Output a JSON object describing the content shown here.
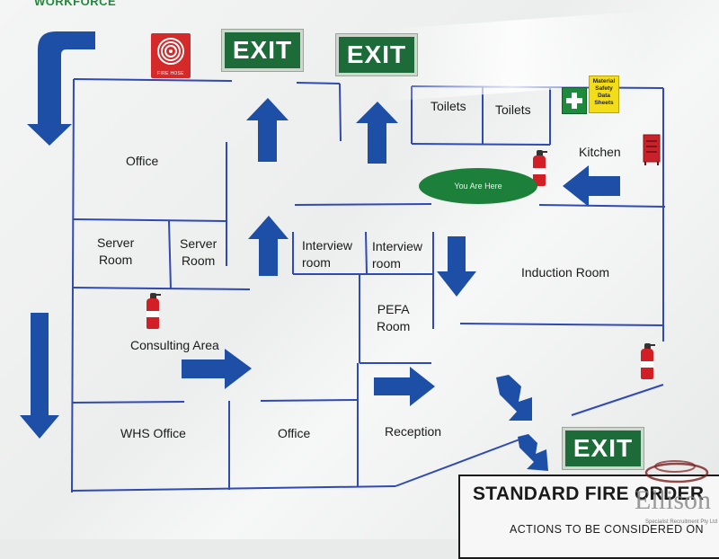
{
  "header": {
    "title": "WORKFORCE"
  },
  "exit_signs": [
    {
      "id": "exit-top-left",
      "text": "EXIT"
    },
    {
      "id": "exit-top-right",
      "text": "EXIT"
    },
    {
      "id": "exit-bottom",
      "text": "EXIT"
    }
  ],
  "rooms": {
    "office_top": "Office",
    "server_room_1": [
      "Server",
      "Room"
    ],
    "server_room_2": [
      "Server",
      "Room"
    ],
    "interview_room_1": [
      "Interview",
      "room"
    ],
    "interview_room_2": [
      "Interview",
      "room"
    ],
    "pefa_room": [
      "PEFA",
      "Room"
    ],
    "consulting_area": "Consulting Area",
    "whs_office": "WHS Office",
    "office_bottom": "Office",
    "reception": "Reception",
    "induction_room": "Induction Room",
    "toilets_1": "Toilets",
    "toilets_2": "Toilets",
    "kitchen": "Kitchen"
  },
  "markers": {
    "you_are_here": "You Are Here",
    "fire_hose": "FIRE HOSE",
    "msds": [
      "Material",
      "Safety",
      "Data",
      "Sheets"
    ]
  },
  "icons": [
    "fire-hose-icon",
    "first-aid-icon",
    "msds-sign-icon",
    "fire-extinguisher-icon",
    "fire-hose-reel-icon",
    "exit-arrow-icon"
  ],
  "orders": {
    "title": "STANDARD FIRE ORDER",
    "subtitle": "ACTIONS TO BE CONSIDERED ON"
  },
  "brand": {
    "name": "Ellison",
    "tagline": "Specialist Recruitment Pty Ltd"
  },
  "colors": {
    "wall": "#2f49b5",
    "arrow": "#1e4fa6",
    "exit_green": "#1e6b3a",
    "you_are_here": "#1c7f3a",
    "extinguisher": "#d21f26"
  }
}
